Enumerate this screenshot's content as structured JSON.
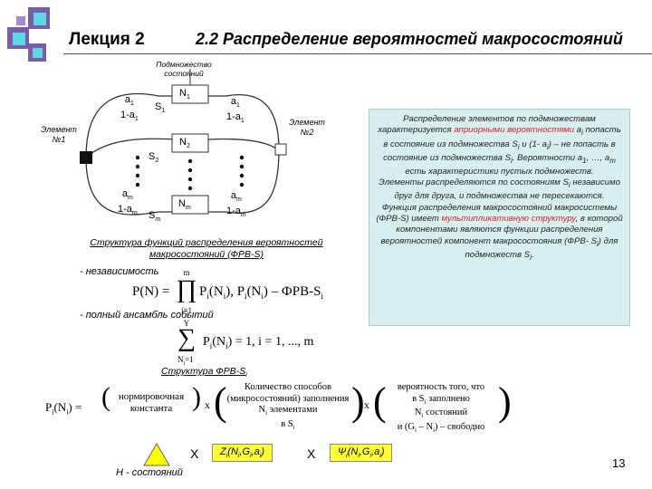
{
  "header": {
    "lecture": "Лекция 2",
    "title": "2.2 Распределение вероятностей макросостояний"
  },
  "diagram": {
    "subset_label_1": "Подмножество",
    "subset_label_2": "состояний",
    "element1_1": "Элемент",
    "element1_2": "№1",
    "element2_1": "Элемент",
    "element2_2": "№2",
    "a1_left": "a",
    "a1_left_sub": "1",
    "ma1_left": "1-a",
    "ma1_left_sub": "1",
    "a1_right": "a",
    "a1_right_sub": "1",
    "ma1_right": "1-a",
    "ma1_right_sub": "1",
    "am_left": "a",
    "am_left_sub": "m",
    "mam_left": "1-a",
    "mam_left_sub": "m",
    "am_right": "a",
    "am_right_sub": "m",
    "mam_right": "1-a",
    "mam_right_sub": "m",
    "S1": "S",
    "S1_sub": "1",
    "S2": "S",
    "S2_sub": "2",
    "Sm": "S",
    "Sm_sub": "m",
    "N1": "N",
    "N1_sub": "1",
    "N2": "N",
    "N2_sub": "2",
    "Nm": "N",
    "Nm_sub": "m"
  },
  "info_box": {
    "p1a": "Распределение элементов по подмножествам характеризуется ",
    "p1_red": "априорными вероятностями",
    "p1b": " a",
    "p1b_sub": "i",
    "p1c": " попасть в состояние из подмножества S",
    "p1c_sub": "i",
    "p1d": " и (1- a",
    "p1d_sub": "i",
    "p1e": ") – не попасть в состояние из подмножества S",
    "p1e_sub": "i",
    "p1f": ". Вероятности a",
    "p1f_sub": "1",
    "p1g": ", …, a",
    "p1g_sub": "m",
    "p1h": " есть характеристики пустых подмножеств.",
    "p2a": "Элементы распределяются по состояниям S",
    "p2a_sub": "i",
    "p2b": " независимо друг для друга, и подмножества не пересекаются.",
    "p3a": "Функция распределения макросостояний макросистемы (ФРВ-S) имеет ",
    "p3_red": "мультипликативную структуру",
    "p3b": ", в которой компонентами являются функции распределения вероятностей компонент макросостояния (ФРВ- S",
    "p3b_sub": "i",
    "p3c": ") для подмножеств S",
    "p3c_sub": "i",
    "p3d": "."
  },
  "structure_label": "Структура функций распределения вероятностей макросостояний (ФРВ-S)",
  "independence_label": "- независимость",
  "formula1": {
    "lhs": "P(N) =",
    "prod_top": "m",
    "prod_bottom": "i=1",
    "rest": "P",
    "rest_sub": "i",
    "rest2": "(N",
    "rest2_sub": "i",
    "rest3": "),   P",
    "rest3_sub": "i",
    "rest4": "(N",
    "rest4_sub": "i",
    "rest5": ") – ФРВ-S",
    "rest5_sub": "i"
  },
  "full_ensemble_label": "- полный ансамбль событий",
  "formula2": {
    "sum_top": "Y",
    "sum_bottom": "N",
    "sum_bottom_sub": "i",
    "sum_bottom2": "=1",
    "body": "P",
    "body_sub": "i",
    "body2": "(N",
    "body2_sub": "i",
    "body3": ") = 1,  i = 1, ..., m"
  },
  "fpb_label": "Структура ФРВ-S",
  "fpb_label_sub": "i",
  "formula3": {
    "lhs": "P",
    "lhs_sub": "i",
    "lhs2": "(N",
    "lhs2_sub": "i",
    "lhs3": ") =",
    "norm1": "нормировочная",
    "norm2": "константа",
    "count1": "Количество способов",
    "count2": "(микросостояний) заполнения",
    "count3": "N",
    "count3_sub": "i",
    "count3b": " элементами",
    "count4": "в S",
    "count4_sub": "i",
    "prob1": "вероятность того, что",
    "prob2": "в S",
    "prob2_sub": "i",
    "prob2b": " заполнено",
    "prob3": "N",
    "prob3_sub": "i",
    "prob3b": " состояний",
    "prob4": "и (G",
    "prob4_sub": "i",
    "prob4b": " – N",
    "prob4c_sub": "i",
    "prob4d": ") – свободно",
    "times": "x"
  },
  "bottom": {
    "x1": "X",
    "x2": "X",
    "z_label": "Z",
    "z_sub": "i",
    "z_rest": "(N",
    "z_rest_sub": "i",
    "z_rest2": ",G",
    "z_rest2_sub": "i",
    "z_rest3": ",a",
    "z_rest3_sub": "i",
    "z_rest4": ")",
    "psi_label": "Ψ",
    "psi_sub": "i",
    "psi_rest": "(N",
    "psi_rest_sub": "i",
    "psi_rest2": ",G",
    "psi_rest2_sub": "i",
    "psi_rest3": ",a",
    "psi_rest3_sub": "i",
    "psi_rest4": ")",
    "h_label": "H - состояний"
  },
  "page_number": "13",
  "colors": {
    "info_bg": "#d7f0ef",
    "highlight_red": "#e02020",
    "yellow_box": "#ffff33",
    "triangle": "#ffff00",
    "logo_purple": "#7b5ca8",
    "logo_cyan": "#5fd8e6"
  }
}
